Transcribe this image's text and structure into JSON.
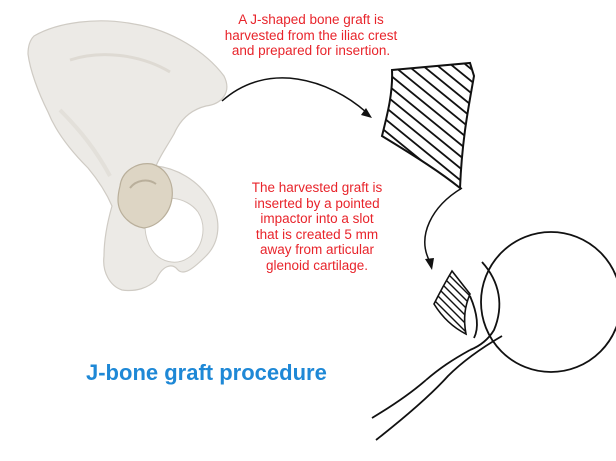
{
  "captions": {
    "harvest": [
      "A J-shaped bone graft is",
      "harvested from the iliac crest",
      "and prepared for insertion."
    ],
    "insertion": [
      "The harvested graft is",
      "inserted by a pointed",
      "impactor into a slot",
      "that is created 5 mm",
      "away from articular",
      "glenoid cartilage."
    ]
  },
  "title": "J-bone graft procedure",
  "colors": {
    "caption": "#e8242b",
    "title": "#1e88d6",
    "bone_fill": "#eceae6",
    "acetabulum_fill": "#ddd5c4",
    "line": "#111111"
  }
}
